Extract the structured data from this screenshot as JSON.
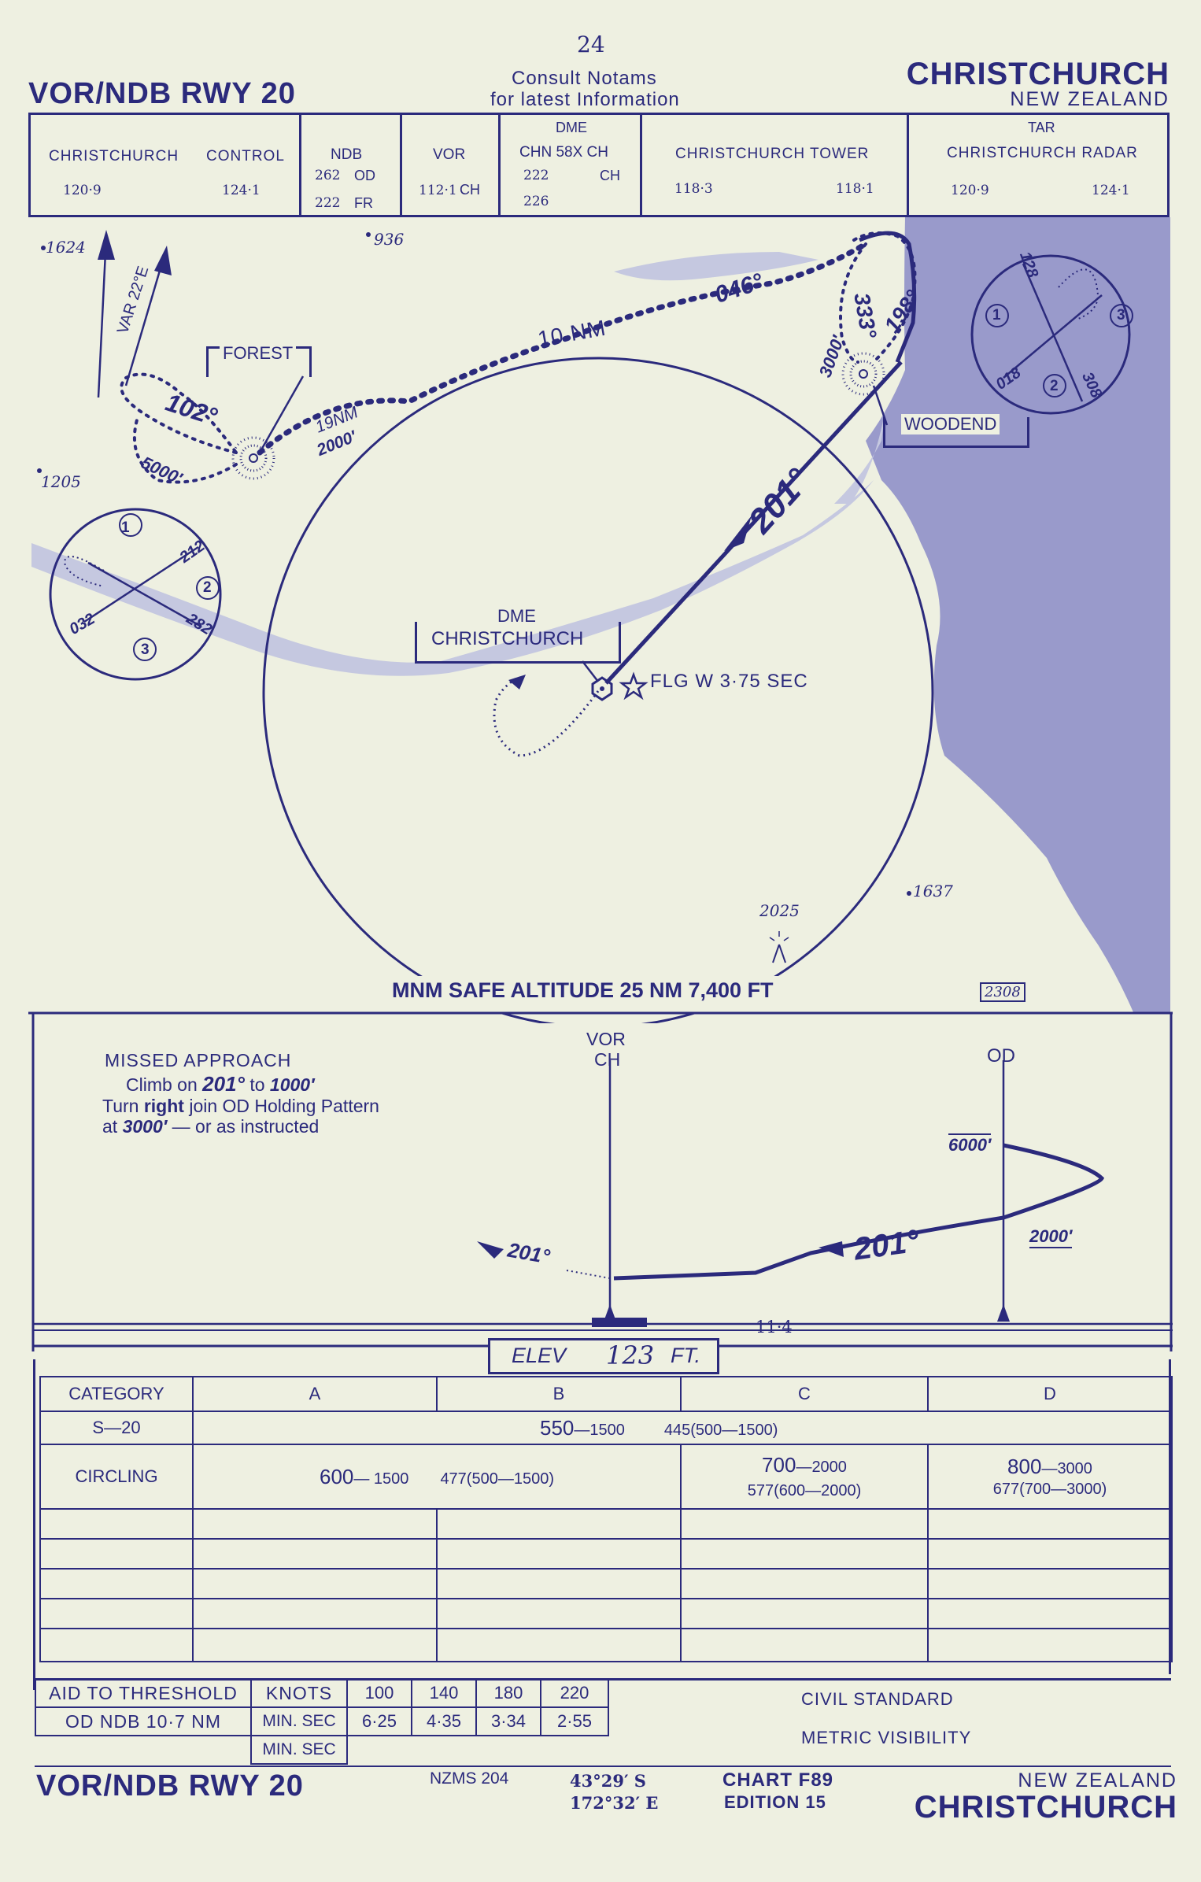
{
  "page_number": "24",
  "header": {
    "procedure_title": "VOR/NDB RWY 20",
    "notice_line1": "Consult Notams",
    "notice_line2": "for latest Information",
    "location": "CHRISTCHURCH",
    "country": "NEW ZEALAND"
  },
  "frequencies": {
    "control_name1": "CHRISTCHURCH",
    "control_name2": "CONTROL",
    "control_freq1": "120·9",
    "control_freq2": "124·1",
    "ndb_label": "NDB",
    "ndb_od_freq": "262",
    "ndb_od_ident": "OD",
    "ndb_fr_freq": "222",
    "ndb_fr_ident": "FR",
    "vor_label": "VOR",
    "vor_freq": "112·1",
    "vor_ident": "CH",
    "dme_label": "DME",
    "dme_chn": "CHN 58X CH",
    "dme_val1": "222",
    "dme_val1_ident": "CH",
    "dme_val2": "226",
    "tower_label": "CHRISTCHURCH TOWER",
    "tower_freq1": "118·3",
    "tower_freq2": "118·1",
    "tar_label": "TAR",
    "radar_label": "CHRISTCHURCH RADAR",
    "radar_freq1": "120·9",
    "radar_freq2": "124·1"
  },
  "plan": {
    "spot_1624": "1624",
    "spot_936": "936",
    "spot_1205": "1205",
    "spot_1637": "1637",
    "spot_2025": "2025",
    "spot_2308": "2308",
    "var_label": "VAR 22°E",
    "forest_label": "FOREST",
    "woodend_label": "WOODEND",
    "dme_box_line1": "DME",
    "dme_box_line2": "CHRISTCHURCH",
    "flg_label": "FLG W 3·75 SEC",
    "ten_nm": "10 NM",
    "nineteen_nm": "19NM",
    "alt_2000": "2000′",
    "alt_5000": "5000′",
    "alt_3000": "3000′",
    "crs_102": "102°",
    "crs_046": "046°",
    "crs_333": "333°",
    "crs_198": "198°",
    "crs_201": "201°",
    "msa": "MNM SAFE ALTITUDE 25 NM  7,400 FT",
    "hold_w_crs1": "212",
    "hold_w_crs2": "032",
    "hold_w_crs3": "282",
    "hold_e_crs1": "128",
    "hold_e_crs2": "018",
    "hold_e_crs3": "308",
    "sector_1": "1",
    "sector_2": "2",
    "sector_3": "3"
  },
  "profile": {
    "missed_title": "MISSED APPROACH",
    "missed_l2a": "Climb on ",
    "missed_l2b": "201°",
    "missed_l2c": " to ",
    "missed_l2d": "1000′",
    "missed_l3a": "Turn ",
    "missed_l3b": "right",
    "missed_l3c": " join OD Holding Pattern",
    "missed_l4a": "at ",
    "missed_l4b": "3000′",
    "missed_l4c": " — or as instructed",
    "vor_label": "VOR",
    "vor_ident": "CH",
    "od_label": "OD",
    "alt_6000": "6000′",
    "alt_2000": "2000′",
    "crs_201_big": "201°",
    "crs_201_small": "201°",
    "dist": "11·4",
    "elev_label": "ELEV",
    "elev_value": "123",
    "elev_unit": "FT."
  },
  "minima": {
    "header": [
      "CATEGORY",
      "A",
      "B",
      "C",
      "D"
    ],
    "s20_label": "S—20",
    "s20_main": "550",
    "s20_sub": "—1500",
    "s20_hat": "445(500—1500)",
    "circ_label": "CIRCLING",
    "circ_ab_main": "600",
    "circ_ab_sub": "— 1500",
    "circ_ab_hat": "477(500—1500)",
    "circ_c_main": "700",
    "circ_c_sub": "—2000",
    "circ_c_hat": "577(600—2000)",
    "circ_d_main": "800",
    "circ_d_sub": "—3000",
    "circ_d_hat": "677(700—3000)"
  },
  "timing": {
    "aid_label": "AID TO THRESHOLD",
    "knots_label": "KNOTS",
    "knots": [
      "100",
      "140",
      "180",
      "220"
    ],
    "aid_value": "OD NDB 10·7 NM",
    "minsec_label": "MIN. SEC",
    "times": [
      "6·25",
      "4·35",
      "3·34",
      "2·55"
    ],
    "minsec_label2": "MIN. SEC",
    "note1": "CIVIL STANDARD",
    "note2": "METRIC VISIBILITY"
  },
  "footer": {
    "procedure_title": "VOR/NDB RWY 20",
    "nzms": "NZMS 204",
    "lat": "43°29′ S",
    "lon": "172°32′ E",
    "chart": "CHART  F89",
    "edition": "EDITION 15",
    "country": "NEW ZEALAND",
    "location": "CHRISTCHURCH"
  },
  "colors": {
    "ink": "#2b2a7c",
    "paper": "#eef0e1",
    "sea": "#8a8bc7"
  }
}
